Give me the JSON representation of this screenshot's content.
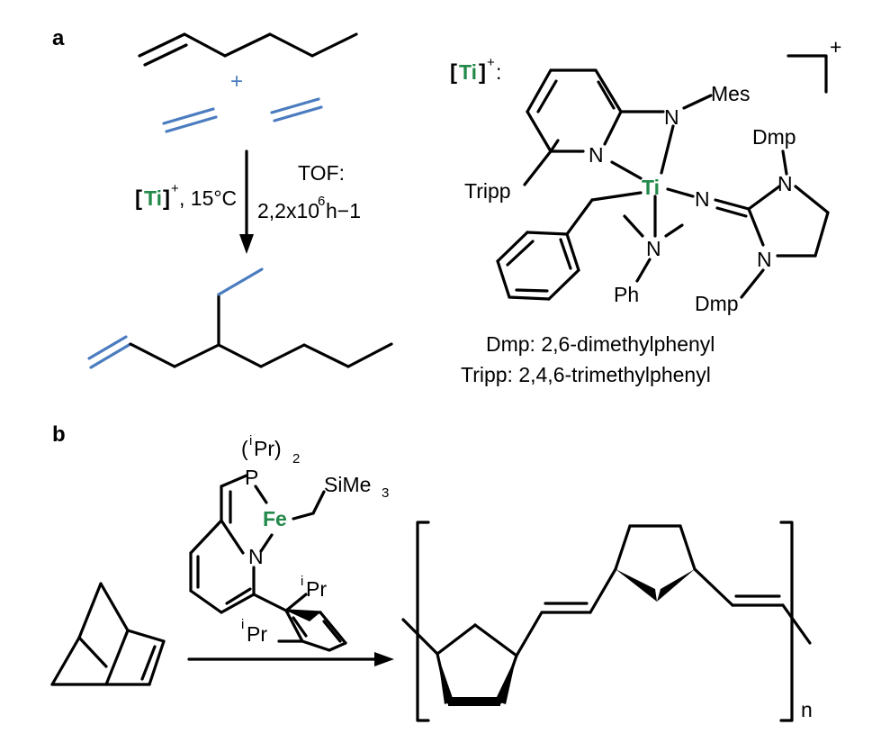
{
  "panel_a": {
    "label": "a",
    "plus": "+",
    "catalyst_bracket_open": "[",
    "catalyst_metal": "Ti",
    "catalyst_bracket_close": "]",
    "catalyst_charge": "+",
    "temperature": ", 15°C",
    "tof_label": "TOF:",
    "tof_value": "2,2x10",
    "tof_exp": "6",
    "tof_unit": " h−1",
    "complex_label_open": "[",
    "complex_label_metal": "Ti",
    "complex_label_close": "]",
    "complex_label_charge": "+",
    "complex_label_colon": ":",
    "overall_charge": "+",
    "atoms": {
      "mes": "Mes",
      "n_pyr": "N",
      "n_amide": "N",
      "ti": "Ti",
      "n_imine": "N",
      "n_ring_top": "N",
      "n_ring_bottom": "N",
      "n_amine": "N",
      "dmp_top": "Dmp",
      "dmp_bottom": "Dmp",
      "tripp": "Tripp",
      "ph": "Ph"
    },
    "legend_dmp": "Dmp: 2,6-dimethylphenyl",
    "legend_tripp": "Tripp: 2,4,6-trimethylphenyl"
  },
  "panel_b": {
    "label": "b",
    "ipr2_open": "(",
    "ipr2_i": "i",
    "ipr2_rest": "Pr)",
    "ipr2_sub": "2",
    "p_atom": "P",
    "fe_atom": "Fe",
    "n_atom": "N",
    "sime3": "SiMe",
    "sime3_sub": "3",
    "ipr_top_i": "i",
    "ipr_top_rest": "Pr",
    "ipr_bottom_i": "i",
    "ipr_bottom_rest": "Pr",
    "polymer_n": "n"
  },
  "colors": {
    "ethylene_blue": "#4a7cbf",
    "metal_green": "#22894a"
  }
}
